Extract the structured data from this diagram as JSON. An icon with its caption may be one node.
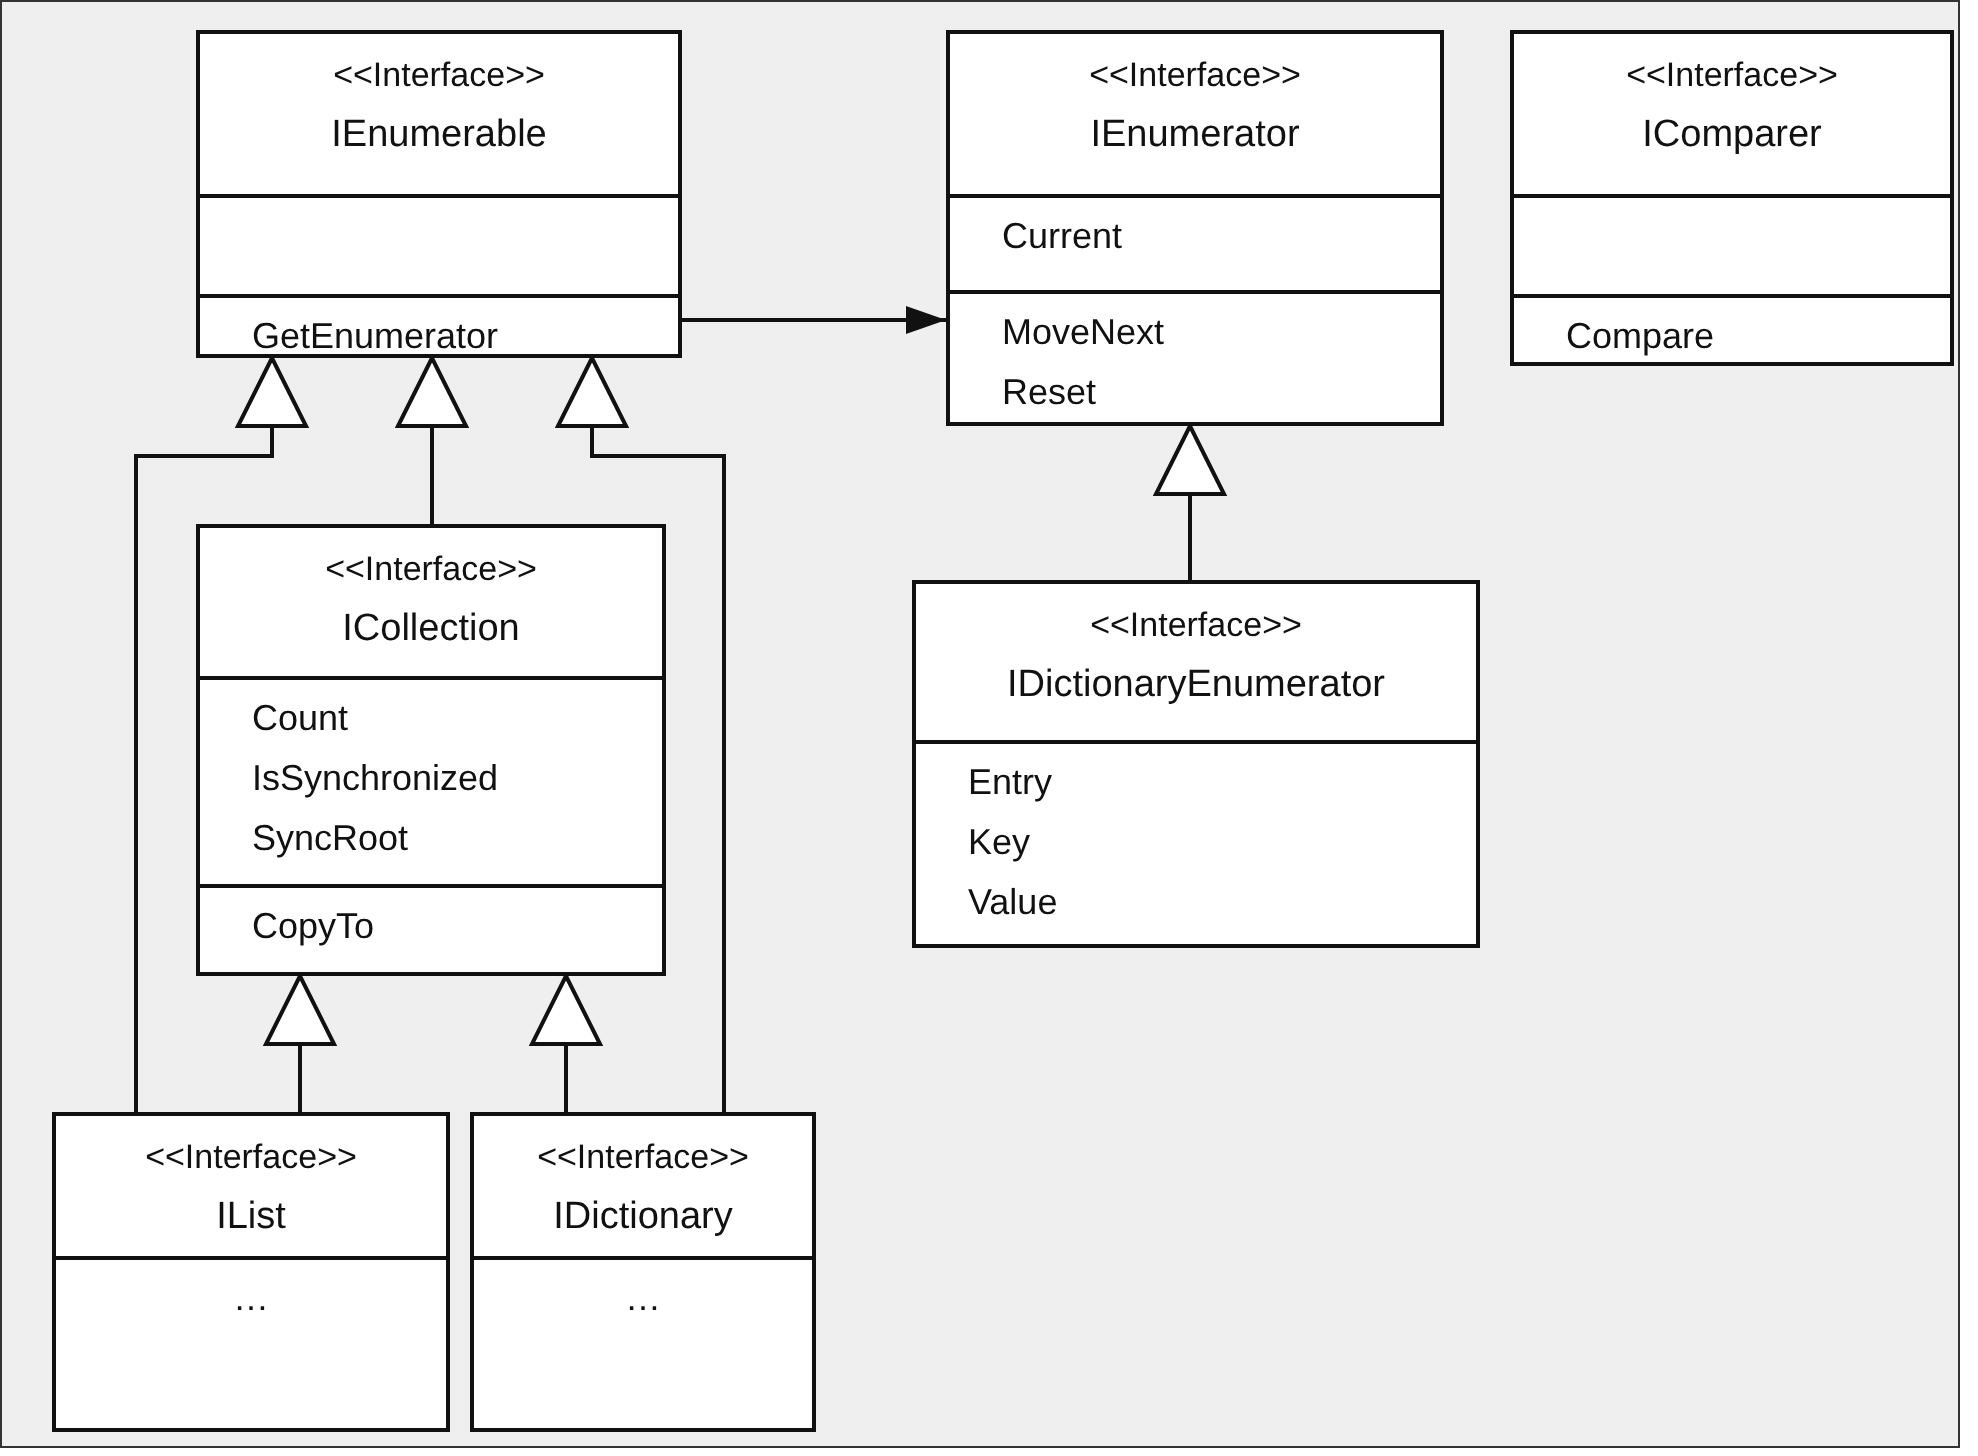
{
  "diagram": {
    "nodes": [
      {
        "text": [
          "<<Interface>>",
          "IEnumerable",
          "GetEnumerator"
        ]
      },
      {
        "text": [
          "<<Interface>>",
          "IEnumerator",
          "Current",
          "MoveNext",
          "Reset"
        ]
      },
      {
        "text": [
          "<<Interface>>",
          "IComparer",
          "Compare"
        ]
      },
      {
        "text": [
          "<<Interface>>",
          "ICollection",
          "Count",
          "IsSynchronized",
          "SyncRoot",
          "CopyTo"
        ]
      },
      {
        "text": [
          "<<Interface>>",
          "IDictionaryEnumerator",
          "Entry",
          "Key",
          "Value"
        ]
      },
      {
        "text": [
          "<<Interface>>",
          "IList",
          "…"
        ]
      },
      {
        "text": [
          "<<Interface>>",
          "IDictionary",
          "…"
        ]
      }
    ],
    "edges": [
      {
        "from": 0,
        "to": 1,
        "arrow": "to"
      },
      {
        "from": 3,
        "to": 0,
        "arrow": "to"
      },
      {
        "from": 5,
        "to": 0,
        "arrow": "to"
      },
      {
        "from": 6,
        "to": 0,
        "arrow": "to"
      },
      {
        "from": 4,
        "to": 1,
        "arrow": "to"
      },
      {
        "from": 5,
        "to": 3,
        "arrow": "to"
      },
      {
        "from": 6,
        "to": 3,
        "arrow": "to"
      }
    ]
  }
}
